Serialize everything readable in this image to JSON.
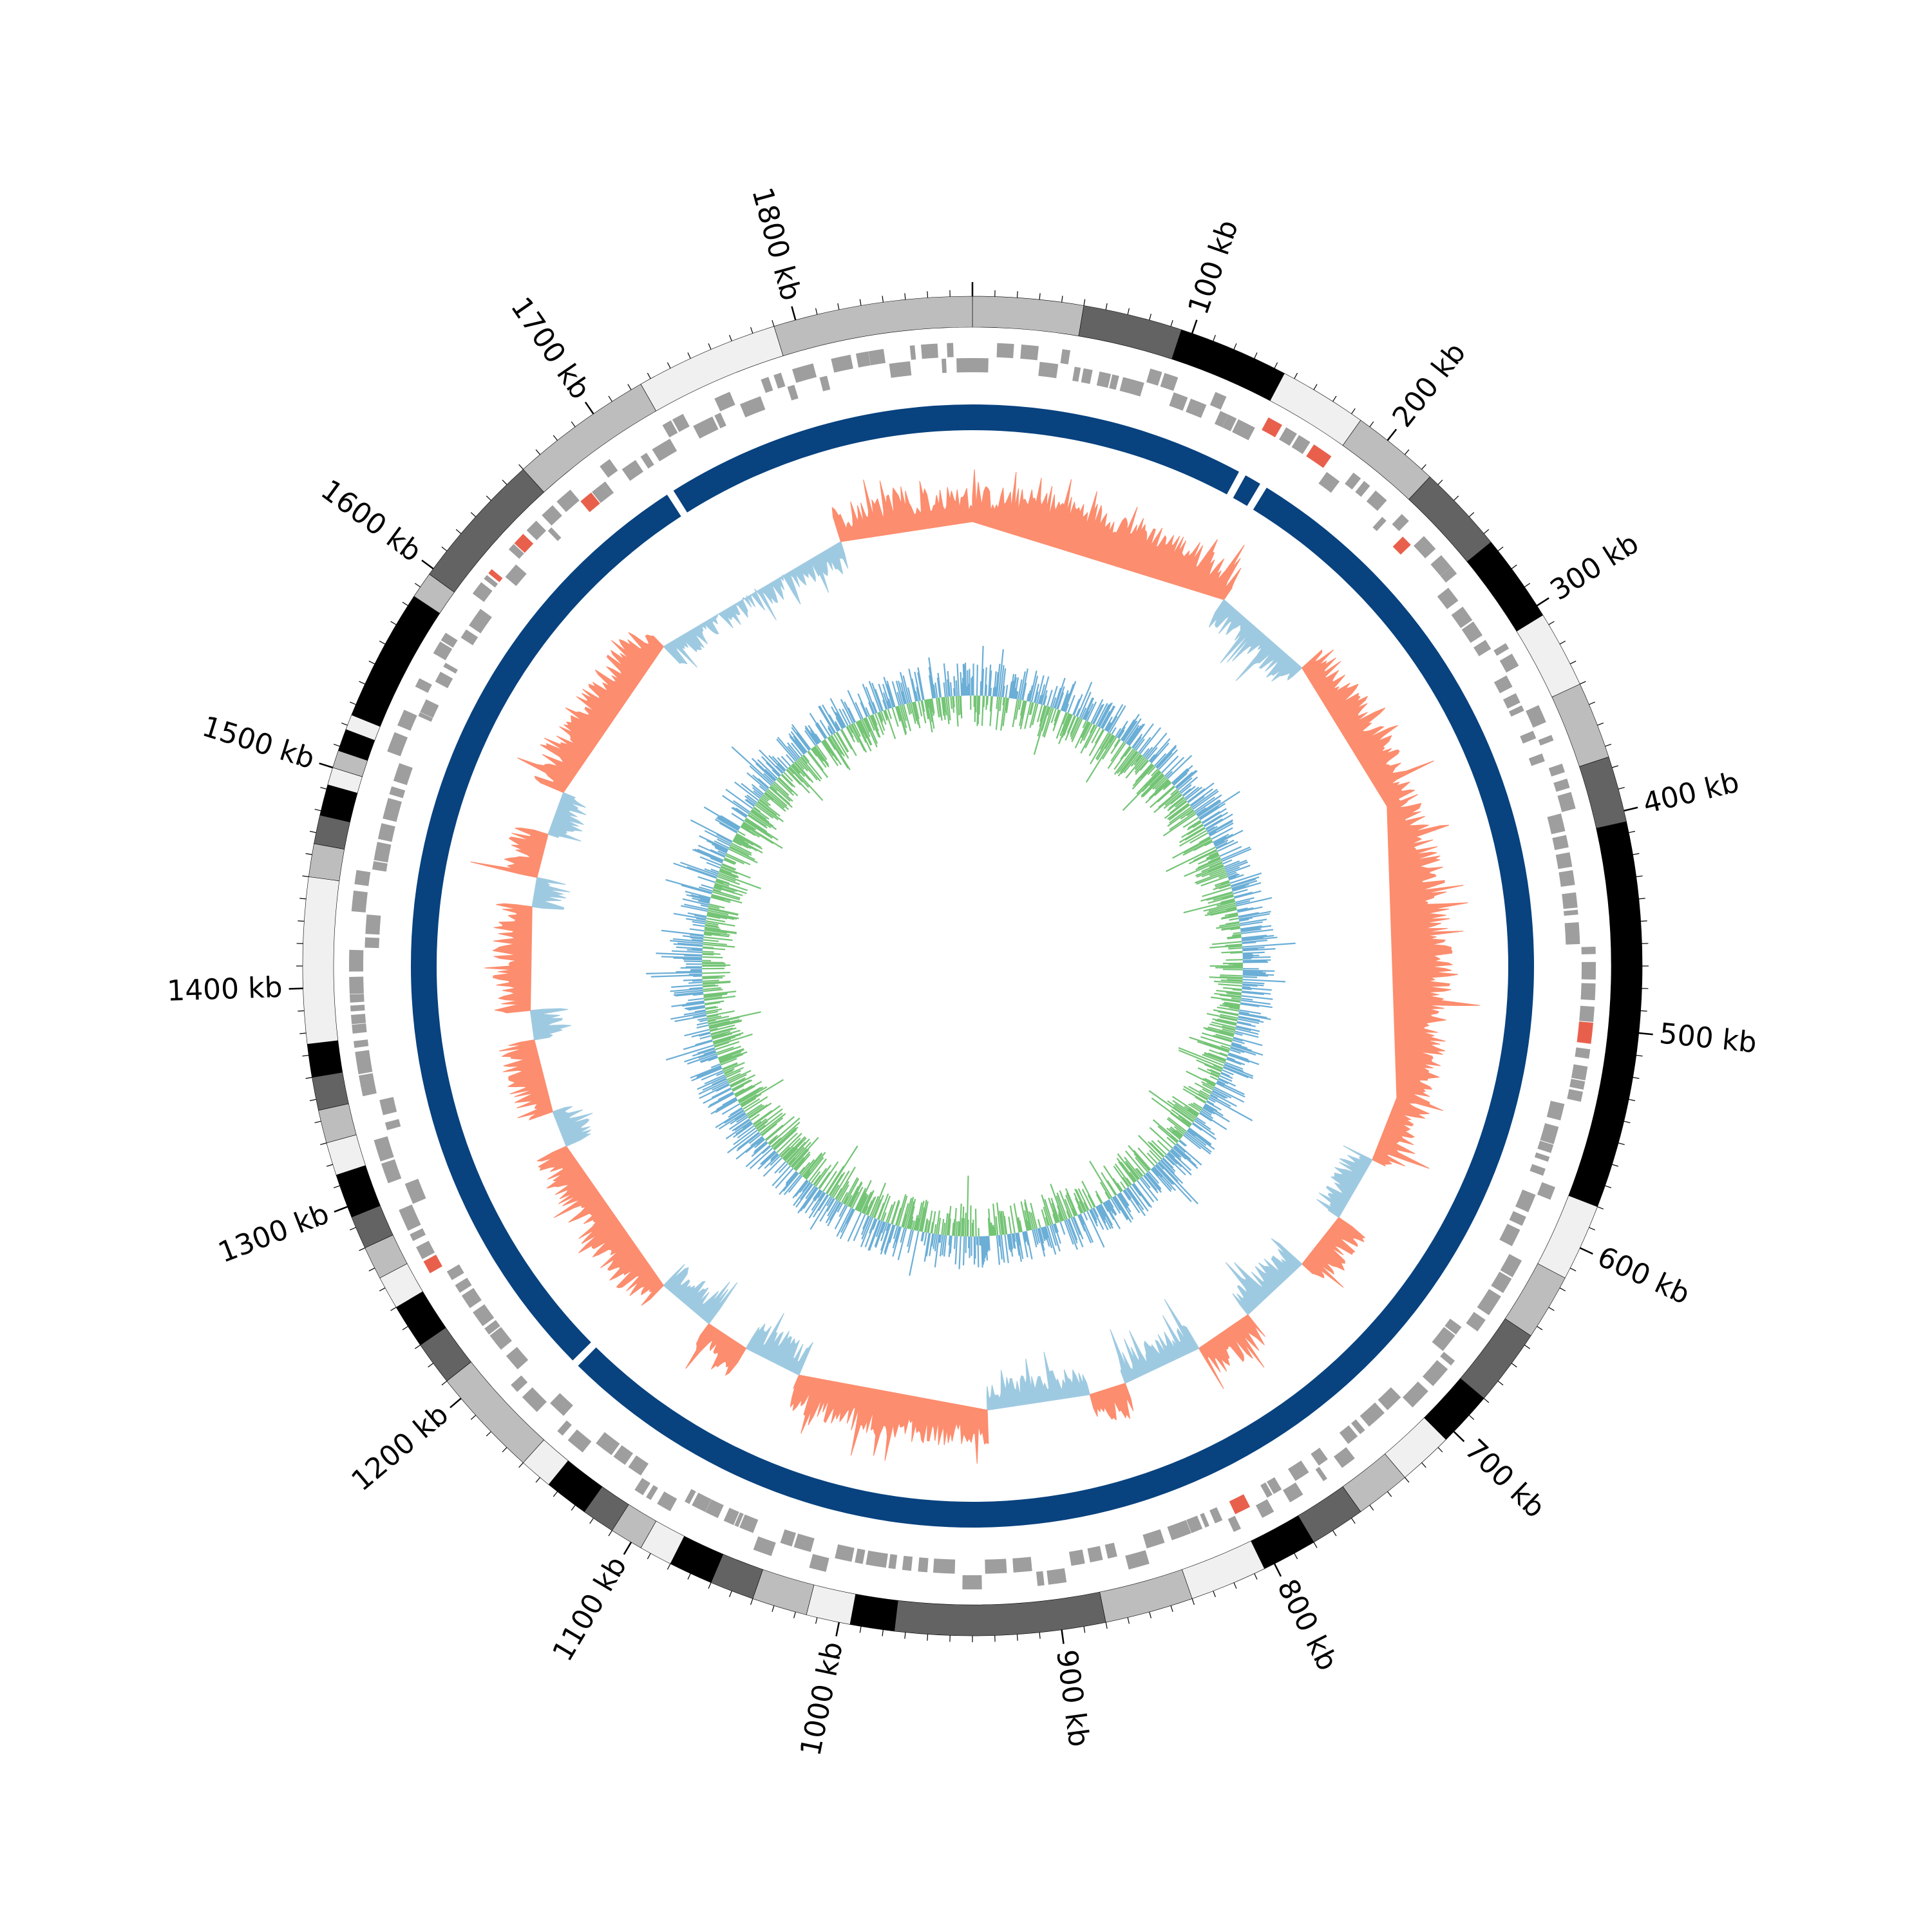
{
  "colors": {
    "background": "#ffffff",
    "band_shades": [
      "#f0f0f0",
      "#bdbdbd",
      "#636363",
      "#000000"
    ],
    "gene_features": "#9e9e9e",
    "gene_highlight": "#e8604c",
    "backbone_ring": "#08427f",
    "gc_skew_positive": "#fc8d6e",
    "gc_skew_negative": "#9ecae1",
    "gc_content_positive": "#74c476",
    "gc_content_negative": "#6baed6",
    "tick_line": "#000000",
    "label_text": "#000000"
  },
  "diagram": {
    "type": "circular-genome-map",
    "genome_length_kb": 1880,
    "axis_labels": [
      {
        "kb": 100,
        "text": "100 kb"
      },
      {
        "kb": 200,
        "text": "200 kb"
      },
      {
        "kb": 300,
        "text": "300 kb"
      },
      {
        "kb": 400,
        "text": "400 kb"
      },
      {
        "kb": 500,
        "text": "500 kb"
      },
      {
        "kb": 600,
        "text": "600 kb"
      },
      {
        "kb": 700,
        "text": "700 kb"
      },
      {
        "kb": 800,
        "text": "800 kb"
      },
      {
        "kb": 900,
        "text": "900 kb"
      },
      {
        "kb": 1000,
        "text": "1000 kb"
      },
      {
        "kb": 1100,
        "text": "1100 kb"
      },
      {
        "kb": 1200,
        "text": "1200 kb"
      },
      {
        "kb": 1300,
        "text": "1300 kb"
      },
      {
        "kb": 1400,
        "text": "1400 kb"
      },
      {
        "kb": 1500,
        "text": "1500 kb"
      },
      {
        "kb": 1600,
        "text": "1600 kb"
      },
      {
        "kb": 1700,
        "text": "1700 kb"
      },
      {
        "kb": 1800,
        "text": "1800 kb"
      }
    ],
    "bands": [
      {
        "start": 0,
        "end": 50,
        "shade": 1
      },
      {
        "start": 50,
        "end": 95,
        "shade": 2
      },
      {
        "start": 95,
        "end": 145,
        "shade": 3
      },
      {
        "start": 145,
        "end": 185,
        "shade": 0
      },
      {
        "start": 185,
        "end": 225,
        "shade": 1
      },
      {
        "start": 225,
        "end": 265,
        "shade": 2
      },
      {
        "start": 265,
        "end": 305,
        "shade": 3
      },
      {
        "start": 305,
        "end": 340,
        "shade": 0
      },
      {
        "start": 340,
        "end": 375,
        "shade": 1
      },
      {
        "start": 375,
        "end": 405,
        "shade": 2
      },
      {
        "start": 405,
        "end": 580,
        "shade": 3
      },
      {
        "start": 580,
        "end": 615,
        "shade": 0
      },
      {
        "start": 615,
        "end": 645,
        "shade": 1
      },
      {
        "start": 645,
        "end": 680,
        "shade": 2
      },
      {
        "start": 680,
        "end": 705,
        "shade": 3
      },
      {
        "start": 705,
        "end": 730,
        "shade": 0
      },
      {
        "start": 730,
        "end": 755,
        "shade": 1
      },
      {
        "start": 755,
        "end": 780,
        "shade": 2
      },
      {
        "start": 780,
        "end": 805,
        "shade": 3
      },
      {
        "start": 805,
        "end": 840,
        "shade": 0
      },
      {
        "start": 840,
        "end": 880,
        "shade": 1
      },
      {
        "start": 880,
        "end": 975,
        "shade": 2
      },
      {
        "start": 975,
        "end": 995,
        "shade": 3
      },
      {
        "start": 995,
        "end": 1015,
        "shade": 0
      },
      {
        "start": 1015,
        "end": 1040,
        "shade": 1
      },
      {
        "start": 1040,
        "end": 1060,
        "shade": 2
      },
      {
        "start": 1060,
        "end": 1080,
        "shade": 3
      },
      {
        "start": 1080,
        "end": 1095,
        "shade": 0
      },
      {
        "start": 1095,
        "end": 1110,
        "shade": 1
      },
      {
        "start": 1110,
        "end": 1125,
        "shade": 2
      },
      {
        "start": 1125,
        "end": 1145,
        "shade": 3
      },
      {
        "start": 1145,
        "end": 1160,
        "shade": 0
      },
      {
        "start": 1160,
        "end": 1210,
        "shade": 1
      },
      {
        "start": 1210,
        "end": 1230,
        "shade": 2
      },
      {
        "start": 1230,
        "end": 1250,
        "shade": 3
      },
      {
        "start": 1250,
        "end": 1265,
        "shade": 0
      },
      {
        "start": 1265,
        "end": 1280,
        "shade": 1
      },
      {
        "start": 1280,
        "end": 1295,
        "shade": 2
      },
      {
        "start": 1295,
        "end": 1315,
        "shade": 3
      },
      {
        "start": 1315,
        "end": 1330,
        "shade": 0
      },
      {
        "start": 1330,
        "end": 1345,
        "shade": 1
      },
      {
        "start": 1345,
        "end": 1360,
        "shade": 2
      },
      {
        "start": 1360,
        "end": 1375,
        "shade": 3
      },
      {
        "start": 1375,
        "end": 1450,
        "shade": 0
      },
      {
        "start": 1450,
        "end": 1465,
        "shade": 1
      },
      {
        "start": 1465,
        "end": 1478,
        "shade": 2
      },
      {
        "start": 1478,
        "end": 1492,
        "shade": 3
      },
      {
        "start": 1492,
        "end": 1500,
        "shade": 0
      },
      {
        "start": 1500,
        "end": 1508,
        "shade": 1
      },
      {
        "start": 1508,
        "end": 1518,
        "shade": 3
      },
      {
        "start": 1518,
        "end": 1525,
        "shade": 0
      },
      {
        "start": 1525,
        "end": 1585,
        "shade": 3
      },
      {
        "start": 1585,
        "end": 1597,
        "shade": 1
      },
      {
        "start": 1597,
        "end": 1660,
        "shade": 2
      },
      {
        "start": 1660,
        "end": 1725,
        "shade": 1
      },
      {
        "start": 1725,
        "end": 1790,
        "shade": 0
      },
      {
        "start": 1790,
        "end": 1880,
        "shade": 1
      }
    ],
    "backbone_gaps_kb": [
      150,
      163,
      1175,
      1710
    ],
    "skew_segments": [
      {
        "start": 0,
        "end": 180,
        "sign": 1
      },
      {
        "start": 180,
        "end": 250,
        "sign": -1
      },
      {
        "start": 250,
        "end": 360,
        "sign": 1
      },
      {
        "start": 360,
        "end": 560,
        "sign": 1
      },
      {
        "start": 560,
        "end": 605,
        "sign": 1
      },
      {
        "start": 605,
        "end": 650,
        "sign": -1
      },
      {
        "start": 650,
        "end": 690,
        "sign": 1
      },
      {
        "start": 690,
        "end": 740,
        "sign": -1
      },
      {
        "start": 740,
        "end": 780,
        "sign": 1
      },
      {
        "start": 780,
        "end": 835,
        "sign": -1
      },
      {
        "start": 835,
        "end": 860,
        "sign": 1
      },
      {
        "start": 860,
        "end": 930,
        "sign": -1
      },
      {
        "start": 930,
        "end": 1060,
        "sign": 1
      },
      {
        "start": 1060,
        "end": 1100,
        "sign": -1
      },
      {
        "start": 1100,
        "end": 1130,
        "sign": 1
      },
      {
        "start": 1130,
        "end": 1170,
        "sign": -1
      },
      {
        "start": 1170,
        "end": 1285,
        "sign": 1
      },
      {
        "start": 1285,
        "end": 1310,
        "sign": -1
      },
      {
        "start": 1310,
        "end": 1360,
        "sign": 1
      },
      {
        "start": 1360,
        "end": 1380,
        "sign": -1
      },
      {
        "start": 1380,
        "end": 1450,
        "sign": 1
      },
      {
        "start": 1450,
        "end": 1470,
        "sign": -1
      },
      {
        "start": 1470,
        "end": 1500,
        "sign": 1
      },
      {
        "start": 1500,
        "end": 1530,
        "sign": -1
      },
      {
        "start": 1530,
        "end": 1650,
        "sign": 1
      },
      {
        "start": 1650,
        "end": 1790,
        "sign": -1
      },
      {
        "start": 1790,
        "end": 1880,
        "sign": 1
      }
    ]
  }
}
